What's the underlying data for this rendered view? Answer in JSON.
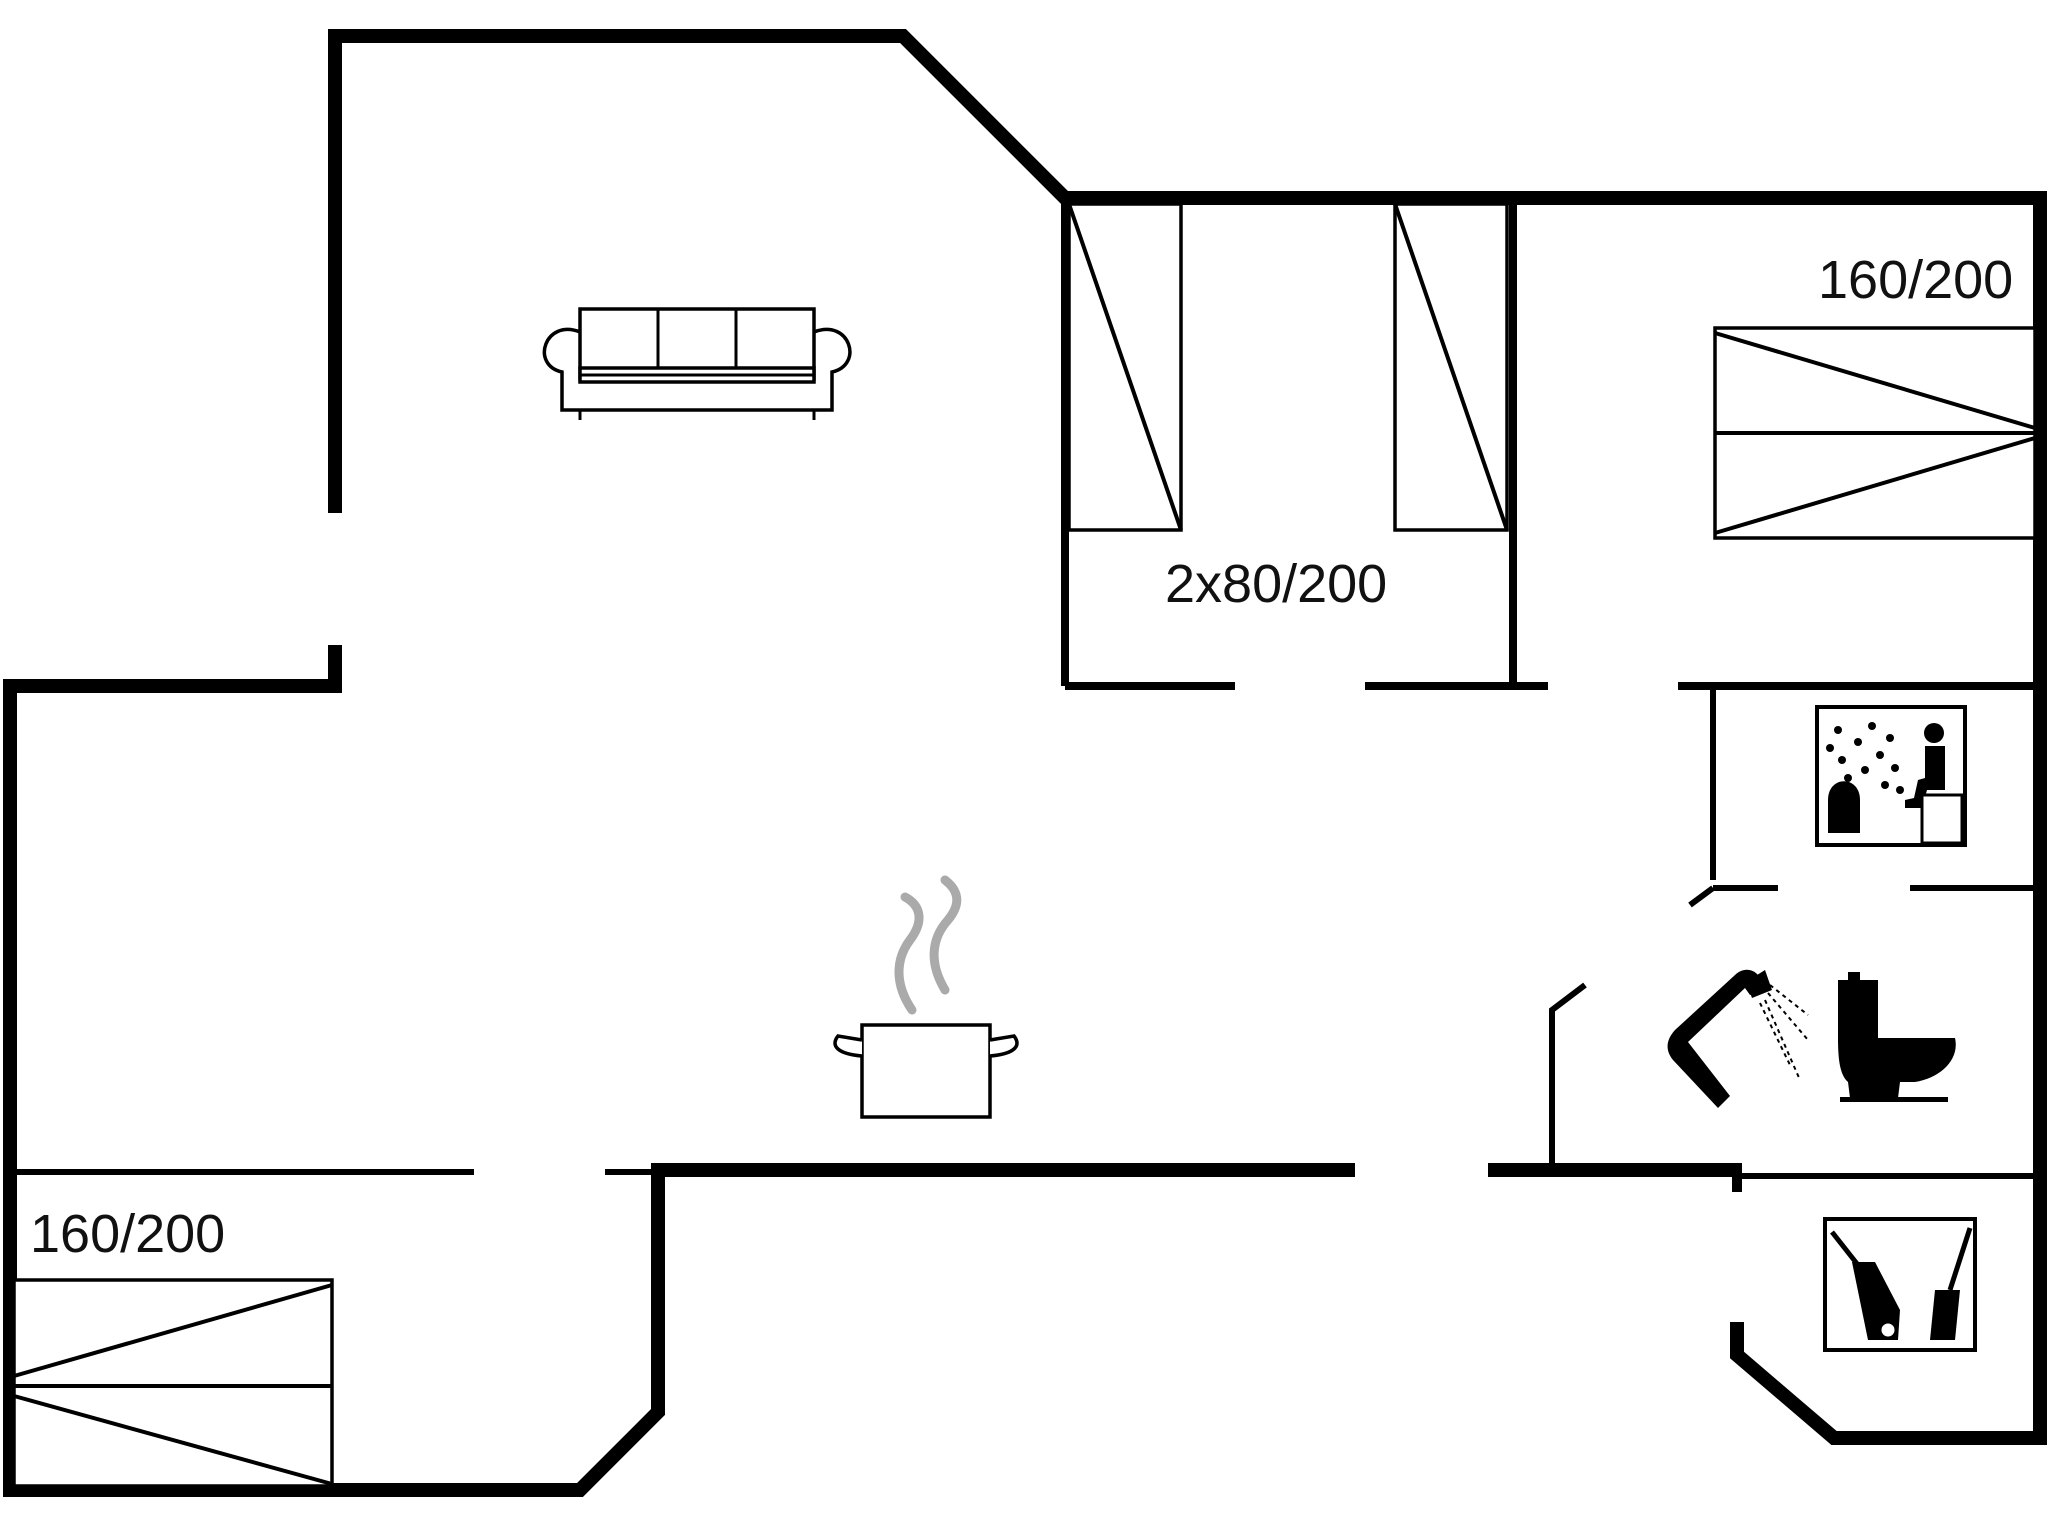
{
  "floor_plan": {
    "background": "#ffffff",
    "wall_color": "#000000",
    "labels": {
      "bedroom_top_right": "160/200",
      "bedroom_twin": "2x80/200",
      "bedroom_bottom_left": "160/200"
    },
    "icons": [
      "sofa-icon",
      "cooking-pot-icon",
      "sauna-icon",
      "shower-icon",
      "toilet-icon",
      "utility-room-icon"
    ]
  }
}
